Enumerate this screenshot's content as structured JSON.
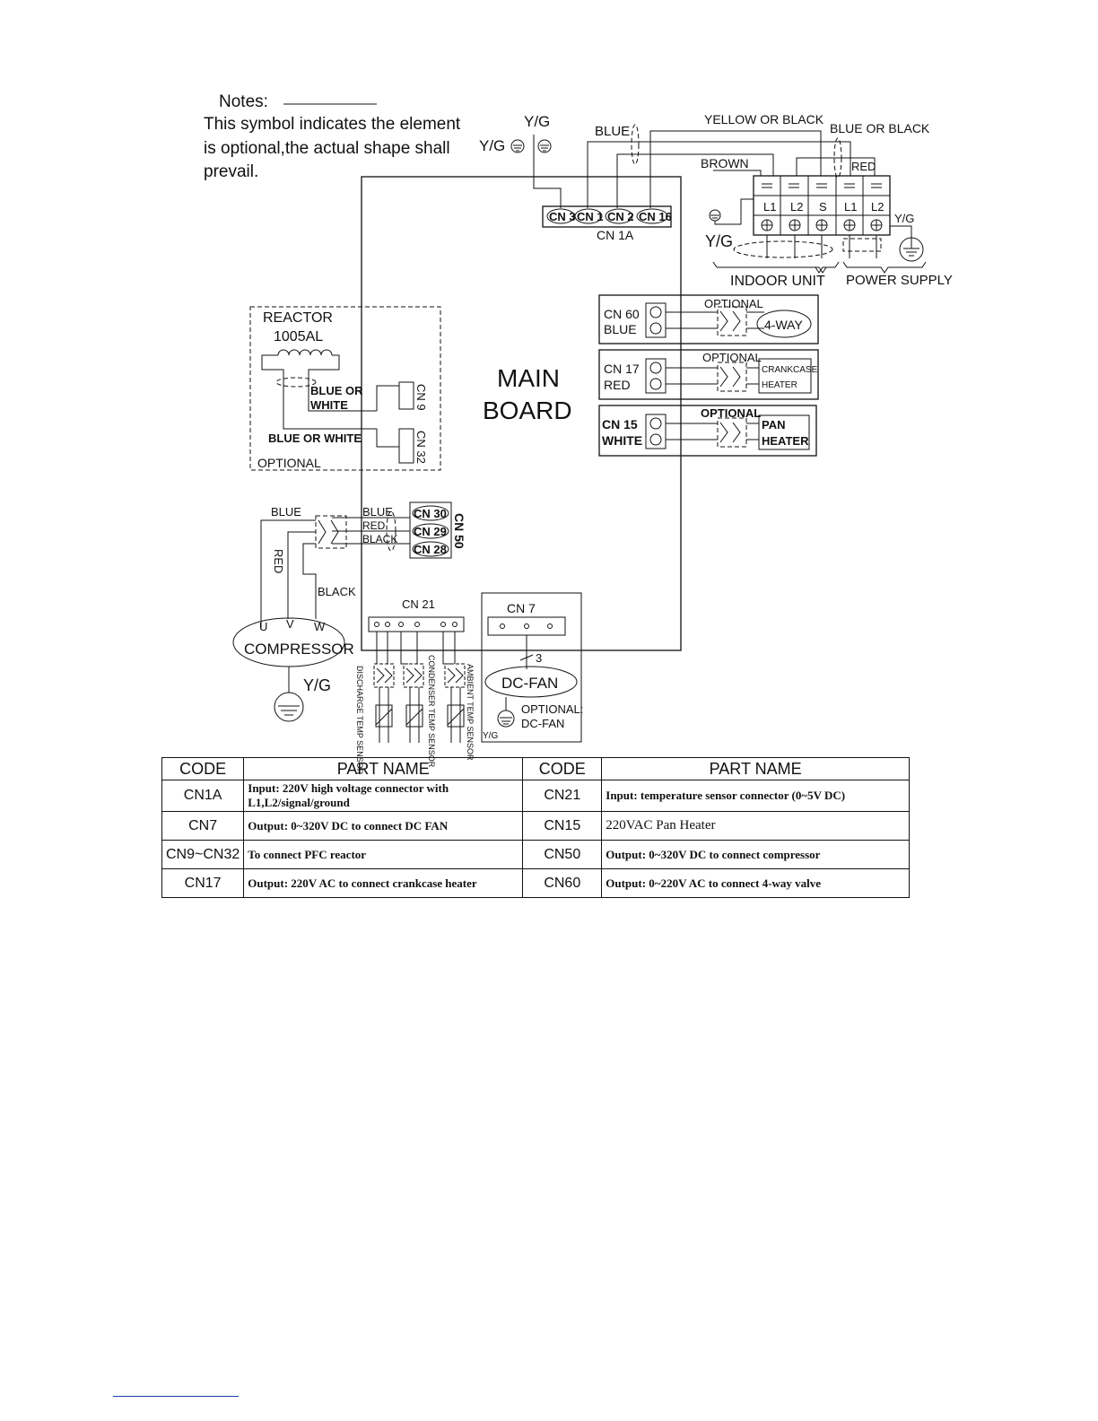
{
  "notes": {
    "heading": "Notes:",
    "line1": "This symbol indicates the element",
    "line2": "is  optional,the actual shape shall",
    "line3": "prevail."
  },
  "labels": {
    "yg": "Y/G",
    "blue": "BLUE",
    "yellow_or_black": "YELLOW OR BLACK",
    "blue_or_black": "BLUE OR BLACK",
    "brown": "BROWN",
    "red": "RED",
    "black": "BLACK",
    "blue_or_white": "BLUE OR WHITE",
    "blue_or": "BLUE OR",
    "white": "WHITE",
    "optional": "OPTIONAL",
    "optional_colon": "OPTIONAL:",
    "main": "MAIN",
    "board": "BOARD",
    "three": "3"
  },
  "top_connectors": [
    "CN 3",
    "CN 1",
    "CN 2",
    "CN 16"
  ],
  "cn1a": "CN 1A",
  "terminal_labels": [
    "L1",
    "L2",
    "S",
    "L1",
    "L2"
  ],
  "indoor_unit": "INDOOR UNIT",
  "power_supply": "POWER SUPPLY",
  "reactor": {
    "title": "REACTOR",
    "model": "1005AL",
    "cn9": "CN 9",
    "cn32": "CN 32"
  },
  "right_modules": [
    {
      "cn": "CN 60",
      "color": "BLUE",
      "device": "4-WAY"
    },
    {
      "cn": "CN 17",
      "color": "RED",
      "device_l1": "CRANKCASE",
      "device_l2": "HEATER"
    },
    {
      "cn": "CN 15",
      "color": "WHITE",
      "device_l1": "PAN",
      "device_l2": "HEATER"
    }
  ],
  "cn50": {
    "label": "CN 50",
    "pins": [
      "CN 30",
      "CN 29",
      "CN 28"
    ],
    "wires": [
      "BLUE",
      "RED",
      "BLACK"
    ]
  },
  "compressor": {
    "label": "COMPRESSOR",
    "u": "U",
    "v": "V",
    "w": "W"
  },
  "cn21": "CN 21",
  "sensors": [
    "DISCHARGE TEMP SENSOR",
    "CONDENSER TEMP SENSOR",
    "AMBIENT TEMP SENSOR"
  ],
  "cn7": "CN 7",
  "dc_fan": {
    "label": "DC-FAN",
    "optional": "DC-FAN"
  },
  "table": {
    "headers": [
      "CODE",
      "PART  NAME",
      "CODE",
      "PART  NAME"
    ],
    "rows": [
      {
        "code1": "CN1A",
        "name1a": "Input:  220V high voltage connector with",
        "name1b": "L1,L2/signal/ground",
        "code2": "CN21",
        "name2": "Input:  temperature sensor connector (0~5V DC)"
      },
      {
        "code1": "CN7",
        "name1": "Output: 0~320V DC to connect DC FAN",
        "code2": "CN15",
        "name2": "220VAC Pan Heater"
      },
      {
        "code1": "CN9~CN32",
        "name1": "To connect PFC reactor",
        "code2": "CN50",
        "name2": "Output: 0~320V DC to connect compressor"
      },
      {
        "code1": "CN17",
        "name1": "Output: 220V AC to connect crankcase  heater",
        "code2": "CN60",
        "name2": "Output: 0~220V AC to connect 4-way valve"
      }
    ]
  }
}
